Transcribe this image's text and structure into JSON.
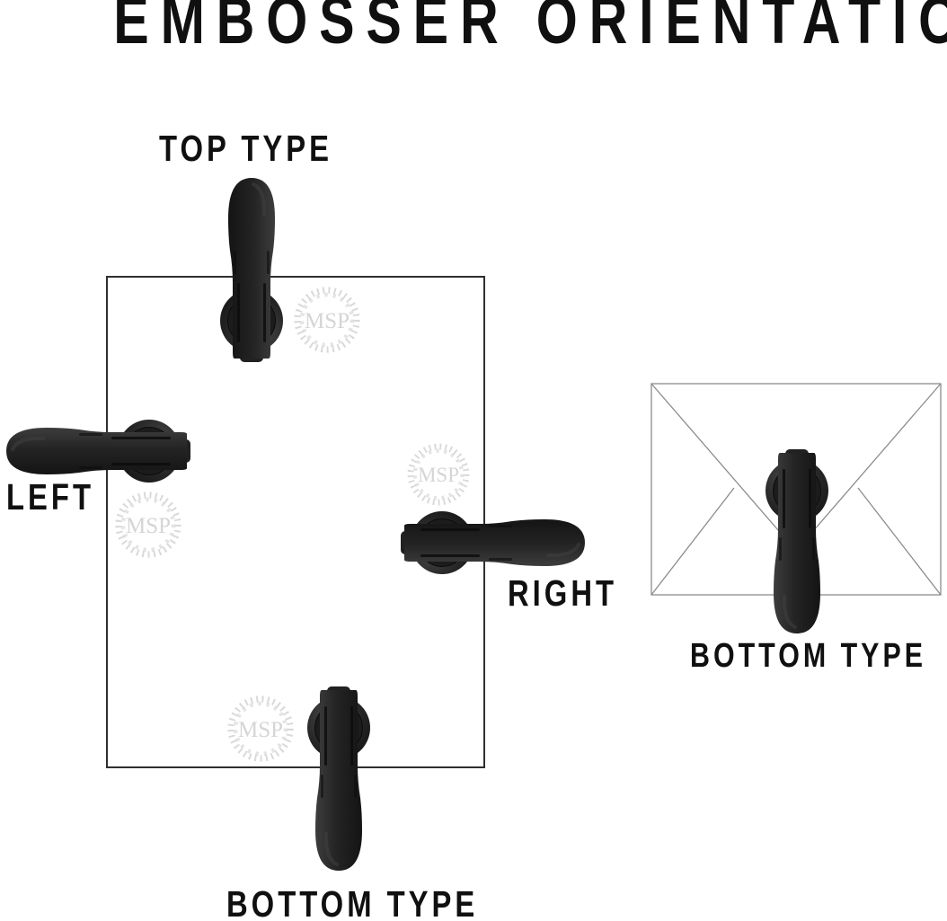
{
  "title": "EMBOSSER ORIENTATION",
  "paper_diagram": {
    "labels": {
      "top": "TOP TYPE",
      "left": "LEFT",
      "right": "RIGHT",
      "bottom": "BOTTOM TYPE"
    }
  },
  "envelope_diagram": {
    "label": "BOTTOM TYPE"
  },
  "watermark": {
    "monogram": "MSP"
  },
  "colors": {
    "ink": "#101010",
    "paper-border": "#2f2f2f",
    "envelope-line": "#8c8c8c",
    "embosser-dark": "#1d1d1d",
    "watermark": "#d5d5d5",
    "background": "#ffffff"
  }
}
